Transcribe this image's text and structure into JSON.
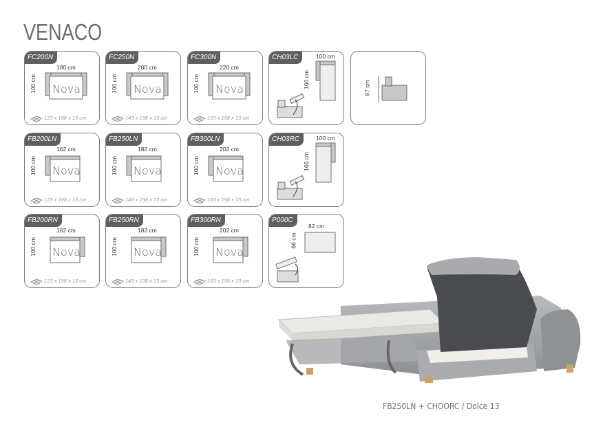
{
  "title": "VENACO",
  "cards": [
    {
      "code": "FC200N",
      "type": "fc",
      "width": "180 cm",
      "height": "100 cm",
      "mattress": "123 x 198 x 13 cm",
      "brand": "Nova",
      "col": 0,
      "row": 0
    },
    {
      "code": "FC250N",
      "type": "fc",
      "width": "200 cm",
      "height": "100 cm",
      "mattress": "143 x 198 x 13 cm",
      "brand": "Nova",
      "col": 1,
      "row": 0
    },
    {
      "code": "FC300N",
      "type": "fc",
      "width": "220 cm",
      "height": "100 cm",
      "mattress": "163 x 198 x 13 cm",
      "brand": "Nova",
      "col": 2,
      "row": 0
    },
    {
      "code": "CH03LC",
      "type": "chl",
      "width": "100 cm",
      "height": "166 cm",
      "col": 3,
      "row": 0
    },
    {
      "code": "",
      "type": "side",
      "height": "87 cm",
      "col": 4,
      "row": 0
    },
    {
      "code": "FB200LN",
      "type": "fbl",
      "width": "162 cm",
      "height": "100 cm",
      "mattress": "123 x 198 x 13 cm",
      "brand": "Nova",
      "col": 0,
      "row": 1
    },
    {
      "code": "FB250LN",
      "type": "fbl",
      "width": "182 cm",
      "height": "100 cm",
      "mattress": "143 x 198 x 13 cm",
      "brand": "Nova",
      "col": 1,
      "row": 1
    },
    {
      "code": "FB300LN",
      "type": "fbl",
      "width": "202 cm",
      "height": "100 cm",
      "mattress": "163 x 198 x 13 cm",
      "brand": "Nova",
      "col": 2,
      "row": 1
    },
    {
      "code": "CH03RC",
      "type": "chr",
      "width": "100 cm",
      "height": "166 cm",
      "col": 3,
      "row": 1
    },
    {
      "code": "FB200RN",
      "type": "fbr",
      "width": "162 cm",
      "height": "100 cm",
      "mattress": "123 x 198 x 13 cm",
      "brand": "Nova",
      "col": 0,
      "row": 2
    },
    {
      "code": "FB250RN",
      "type": "fbr",
      "width": "182 cm",
      "height": "100 cm",
      "mattress": "143 x 198 x 13 cm",
      "brand": "Nova",
      "col": 1,
      "row": 2
    },
    {
      "code": "FB300RN",
      "type": "fbr",
      "width": "202 cm",
      "height": "100 cm",
      "mattress": "163 x 198 x 13 cm",
      "brand": "Nova",
      "col": 2,
      "row": 2
    },
    {
      "code": "P000C",
      "type": "pouf",
      "width": "82 cm",
      "height": "66 cm",
      "col": 3,
      "row": 2
    }
  ],
  "caption": "FB250LN + CHOORC / Dolce 13",
  "colors": {
    "tag": "#5e5f61",
    "border": "#7b7c7e",
    "fabric": "#9a9ca0"
  }
}
